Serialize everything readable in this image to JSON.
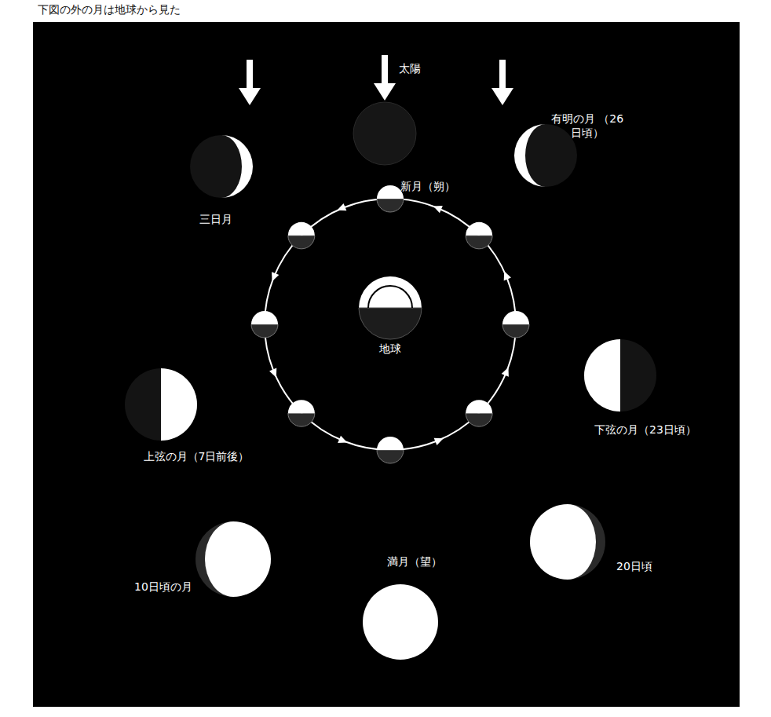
{
  "diagram": {
    "title": "下図の外の月は地球から見た",
    "labels": [
      "太陽",
      "新月（朔）",
      "三日月",
      "有明の月 （26日頃）",
      "上弦の月（7日前後）",
      "地球",
      "下弦の月（23日頃）",
      "10日頃の月",
      "満月（望）",
      "20日頃"
    ]
  }
}
